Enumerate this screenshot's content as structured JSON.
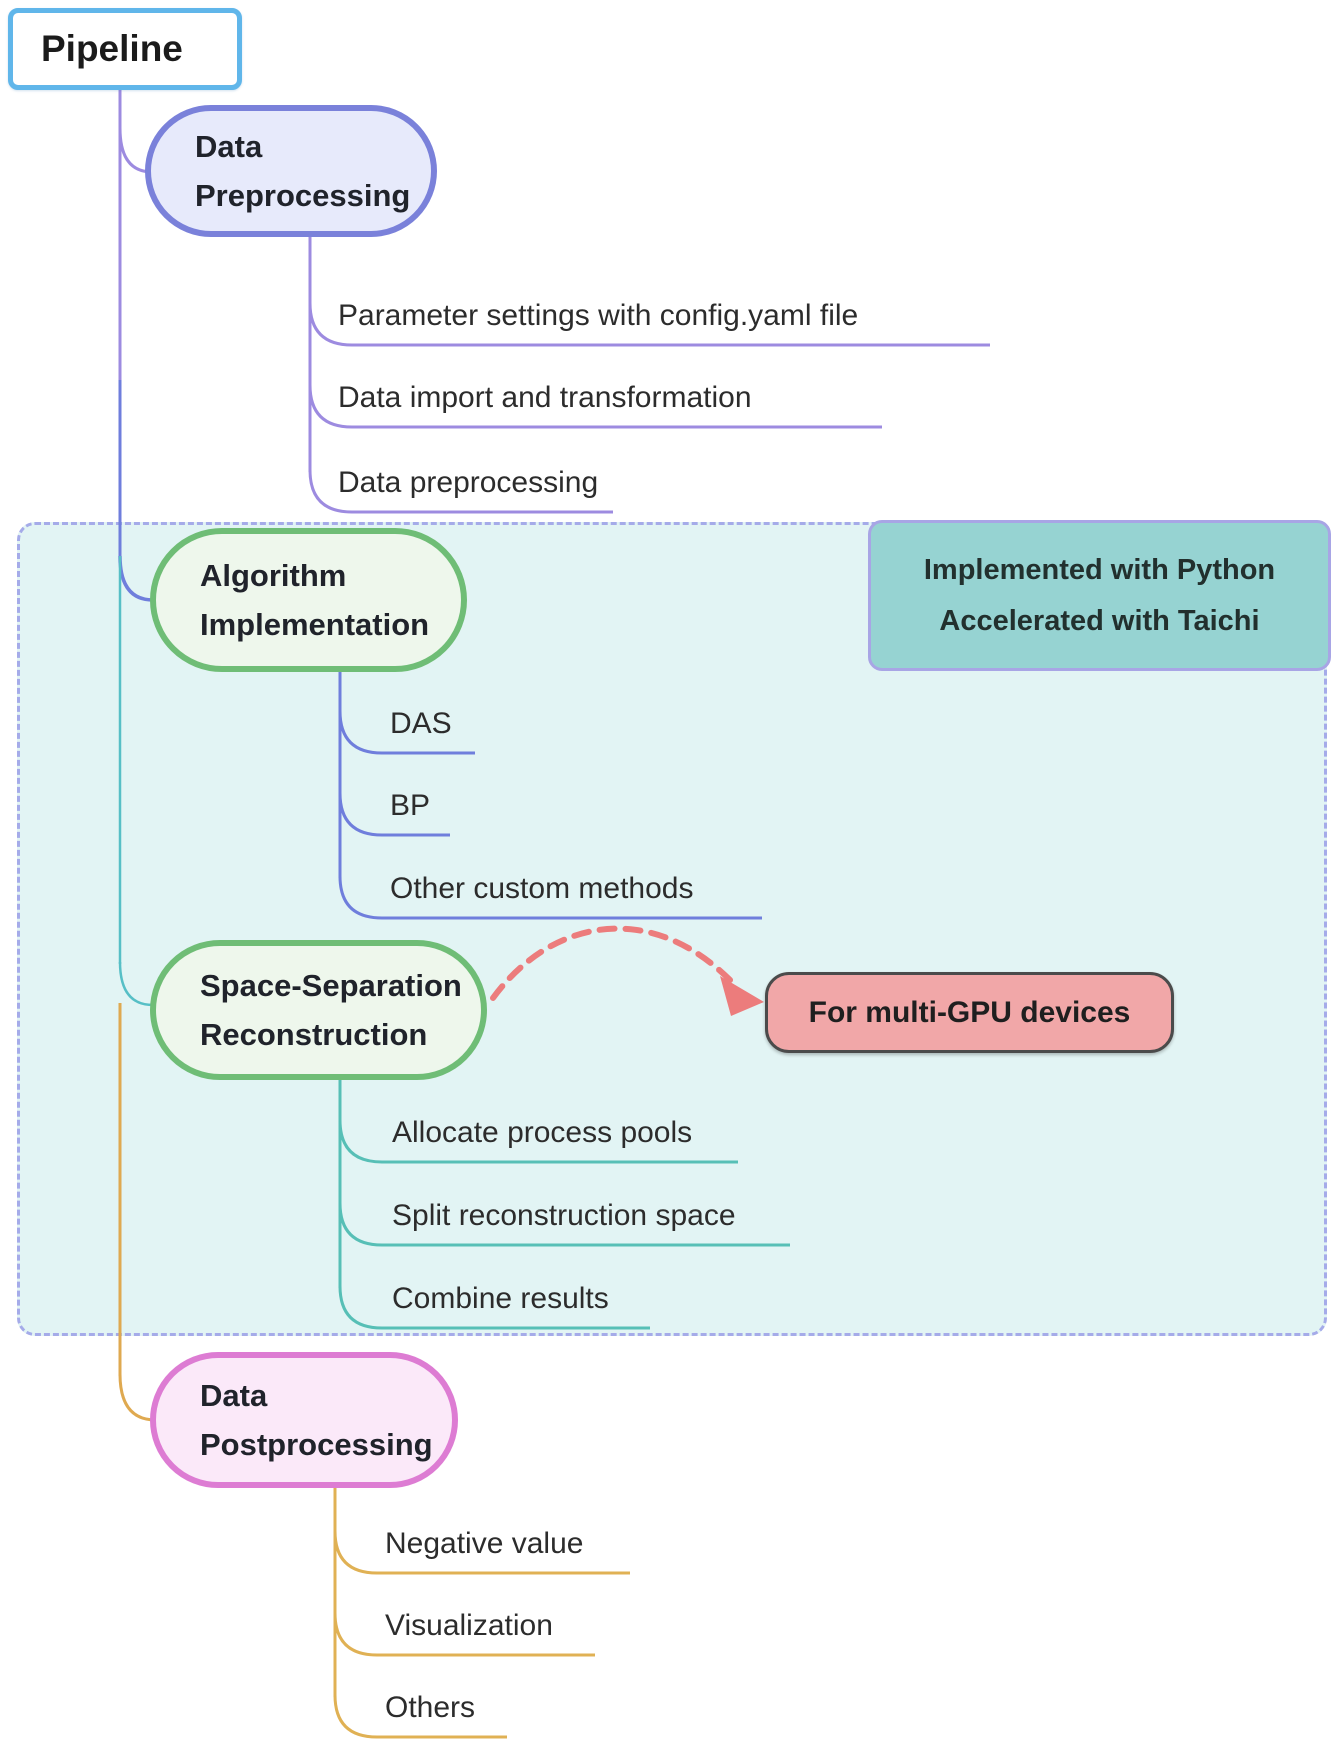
{
  "root": {
    "title": "Pipeline"
  },
  "branches": [
    {
      "label_lines": [
        "Data",
        "Preprocessing"
      ],
      "items": [
        "Parameter settings with config.yaml file",
        "Data import and transformation",
        "Data preprocessing"
      ]
    },
    {
      "label_lines": [
        "Algorithm",
        "Implementation"
      ],
      "items": [
        "DAS",
        "BP",
        "Other custom methods"
      ]
    },
    {
      "label_lines": [
        "Space-Separation",
        "Reconstruction"
      ],
      "items": [
        "Allocate process pools",
        "Split reconstruction space",
        "Combine results"
      ]
    },
    {
      "label_lines": [
        "Data",
        "Postprocessing"
      ],
      "items": [
        "Negative value",
        "Visualization",
        "Others"
      ]
    }
  ],
  "notes": {
    "implementation": {
      "lines": [
        "Implemented with Python",
        "Accelerated with Taichi"
      ]
    },
    "multi_gpu": {
      "label": "For multi-GPU devices"
    }
  },
  "colors": {
    "pipeline_border": "#60B6EA",
    "preprocessing_accent": "#7A81DA",
    "preprocessing_fill": "#E7EAFB",
    "branch_line_purple": "#9D8BE0",
    "branch_line_blue": "#6F7EDC",
    "branch_line_teal": "#57BFC6",
    "branch_line_gold": "#DFA950",
    "algorithm_accent": "#6FBD76",
    "algorithm_fill": "#EEF7EC",
    "postprocessing_accent": "#DD7CD3",
    "postprocessing_fill": "#FBE9F9",
    "dashed_region_fill": "#E2F4F4",
    "dashed_region_border": "#A5ABE9",
    "implementation_note_fill": "#96D3D2",
    "implementation_note_border": "#A8A5E5",
    "multi_gpu_fill": "#F1A7A8",
    "arrow_red": "#EC7C7C"
  }
}
